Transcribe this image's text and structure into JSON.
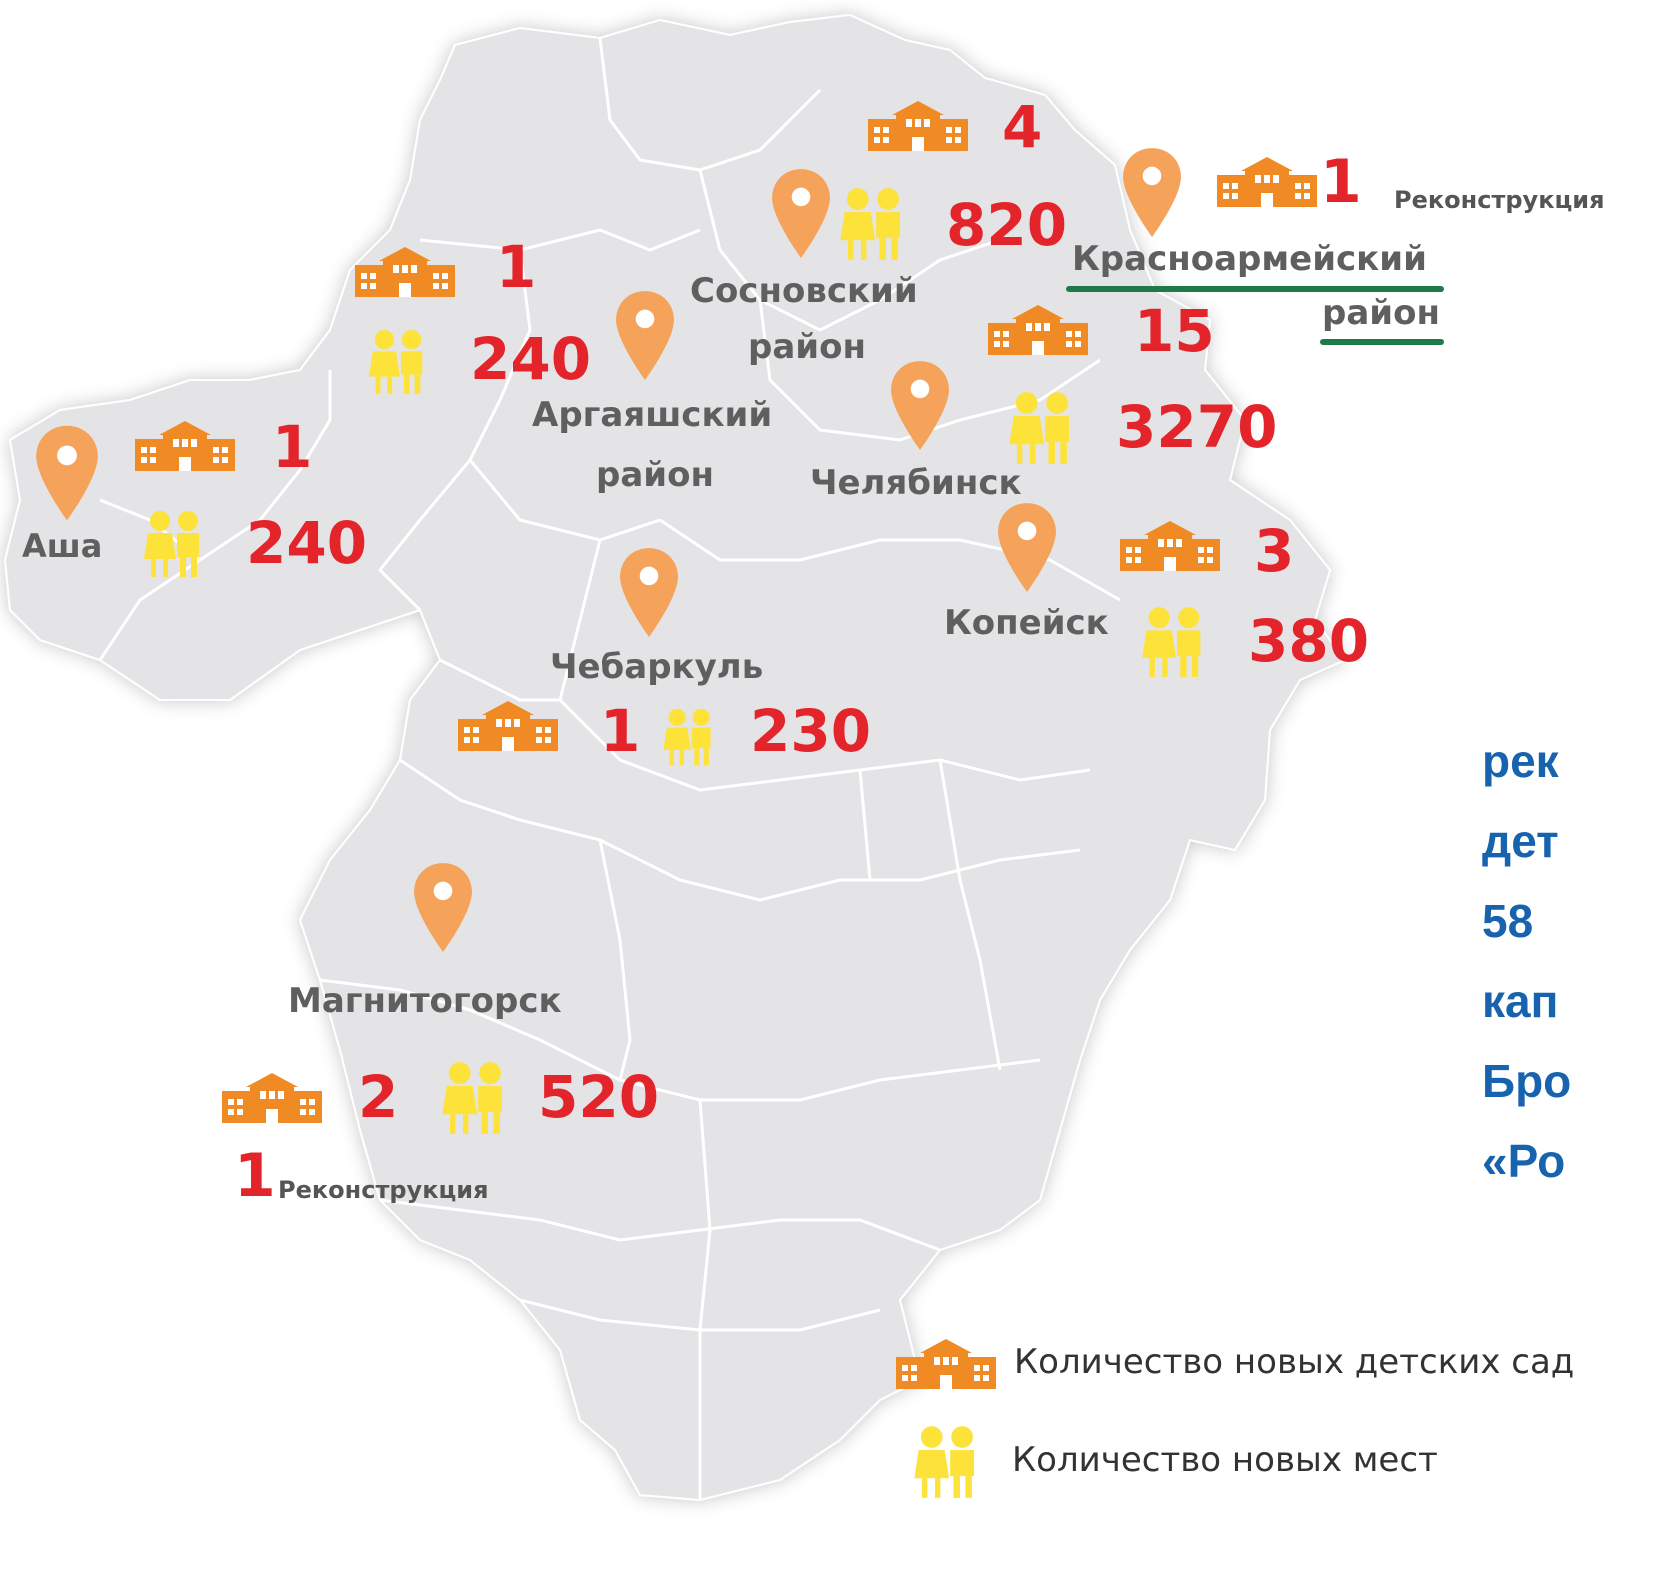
{
  "colors": {
    "map_fill": "#e4e4e6",
    "border": "#ffffff",
    "pin": "#f5a25a",
    "building": "#f08a24",
    "children": "#fde23a",
    "number": "#e3242b",
    "label": "#5f5f5f",
    "side_text": "#1763ad",
    "underline": "#1f7a4a"
  },
  "regions": {
    "krasnoarmeisky": {
      "name_line1": "Красноармейский",
      "name_line2": "район",
      "kindergartens": "15",
      "places": "3270",
      "reconstruction_count": "1",
      "reconstruction_label": "Реконструкция"
    },
    "sosnovsky": {
      "name_line1": "Сосновский",
      "name_line2": "район",
      "kindergartens": "4",
      "places": "820"
    },
    "argayashsky": {
      "name_line1": "Аргаяшский",
      "name_line2": "район",
      "kindergartens": "1",
      "places": "240"
    },
    "chelyabinsk": {
      "name": "Челябинск"
    },
    "asha": {
      "name": "Аша",
      "kindergartens": "1",
      "places": "240"
    },
    "kopeisk": {
      "name": "Копейск",
      "kindergartens": "3",
      "places": "380"
    },
    "chebarkul": {
      "name": "Чебаркуль",
      "kindergartens": "1",
      "places": "230"
    },
    "magnitogorsk": {
      "name": "Магнитогорск",
      "kindergartens": "2",
      "places": "520",
      "reconstruction_count": "1",
      "reconstruction_label": "Реконструкция"
    }
  },
  "legend": {
    "kindergartens_label": "Количество новых детских сад",
    "places_label": "Количество новых мест"
  },
  "side_text": {
    "line1": "рек",
    "line2": "дет",
    "line3": "58",
    "line4": "кап",
    "line5": "Бро",
    "line6": "«Ро"
  }
}
